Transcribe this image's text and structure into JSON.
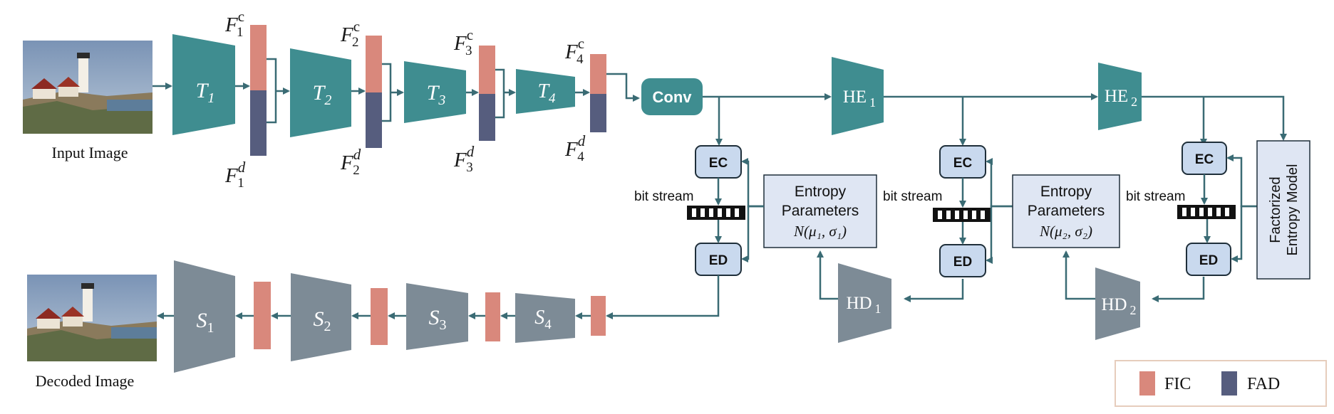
{
  "colors": {
    "encoder": "#3f8d90",
    "decoder": "#7d8b96",
    "fic": "#d9887c",
    "fad": "#565d7e",
    "arrow": "#3a6b74",
    "box_fill": "#c9d9ee",
    "legend_border": "#e6cdbc"
  },
  "images": {
    "input_caption": "Input Image",
    "decoded_caption": "Decoded Image"
  },
  "encoder_blocks": [
    {
      "label_main": "T",
      "label_sub": "1"
    },
    {
      "label_main": "T",
      "label_sub": "2"
    },
    {
      "label_main": "T",
      "label_sub": "3"
    },
    {
      "label_main": "T",
      "label_sub": "4"
    }
  ],
  "feature_labels": [
    {
      "top_main": "F",
      "top_sub": "1",
      "top_sup": "c",
      "bottom_main": "F",
      "bottom_sub": "1",
      "bottom_sup": "d"
    },
    {
      "top_main": "F",
      "top_sub": "2",
      "top_sup": "c",
      "bottom_main": "F",
      "bottom_sub": "2",
      "bottom_sup": "d"
    },
    {
      "top_main": "F",
      "top_sub": "3",
      "top_sup": "c",
      "bottom_main": "F",
      "bottom_sub": "3",
      "bottom_sup": "d"
    },
    {
      "top_main": "F",
      "top_sub": "4",
      "top_sup": "c",
      "bottom_main": "F",
      "bottom_sub": "4",
      "bottom_sup": "d"
    }
  ],
  "conv_label": "Conv",
  "hyper_encoders": [
    {
      "label_main": "HE",
      "label_sub": "1"
    },
    {
      "label_main": "HE",
      "label_sub": "2"
    }
  ],
  "hyper_decoders": [
    {
      "label_main": "HD",
      "label_sub": "1"
    },
    {
      "label_main": "HD",
      "label_sub": "2"
    }
  ],
  "ec_label": "EC",
  "ed_label": "ED",
  "bitstream_label": "bit stream",
  "entropy_params": [
    {
      "line1": "Entropy",
      "line2": "Parameters",
      "formula": "N(μ₁, σ₁)"
    },
    {
      "line1": "Entropy",
      "line2": "Parameters",
      "formula": "N(μ₂, σ₂)"
    }
  ],
  "factorized": {
    "line1": "Factorized",
    "line2": "Entropy Model"
  },
  "decoder_blocks": [
    {
      "label_main": "S",
      "label_sub": "1"
    },
    {
      "label_main": "S",
      "label_sub": "2"
    },
    {
      "label_main": "S",
      "label_sub": "3"
    },
    {
      "label_main": "S",
      "label_sub": "4"
    }
  ],
  "legend": [
    {
      "label": "FIC",
      "color_key": "fic"
    },
    {
      "label": "FAD",
      "color_key": "fad"
    }
  ]
}
